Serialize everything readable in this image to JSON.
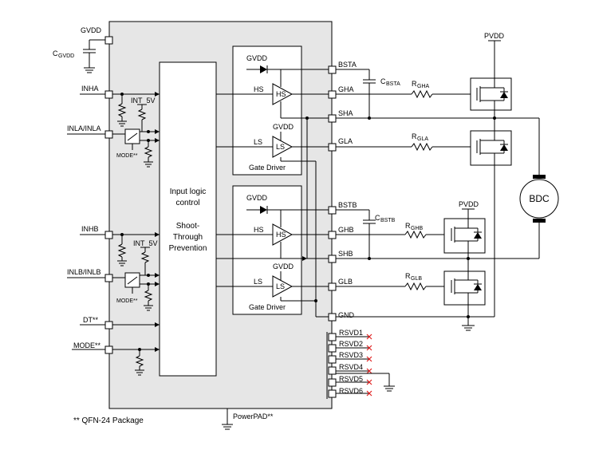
{
  "pins_left": {
    "gvdd": "GVDD",
    "inha": "INHA",
    "inla": "INLA/INLA",
    "inhb": "INHB",
    "inlb": "INLB/INLB",
    "dt": "DT**",
    "mode": "MODE**"
  },
  "pins_right": {
    "bsta": "BSTA",
    "gha": "GHA",
    "sha": "SHA",
    "gla": "GLA",
    "bstb": "BSTB",
    "ghb": "GHB",
    "shb": "SHB",
    "glb": "GLB",
    "gnd": "GND",
    "rsvd1": "RSVD1",
    "rsvd2": "RSVD2",
    "rsvd3": "RSVD3",
    "rsvd4": "RSVD4",
    "rsvd5": "RSVD5",
    "rsvd6": "RSVD6"
  },
  "powerpad": "PowerPAD**",
  "cgvdd": {
    "main": "C",
    "sub": "GVDD"
  },
  "int5v_a": "INT_5V",
  "int5v_b": "INT_5V",
  "mode_sw_a": "MODE**",
  "mode_sw_b": "MODE**",
  "logic": {
    "line1": "Input logic",
    "line2": "control",
    "line3": "Shoot-",
    "line4": "Through",
    "line5": "Prevention"
  },
  "driver_a": {
    "gvdd_top": "GVDD",
    "hs_in": "HS",
    "hs_buf": "HS",
    "gvdd_ls": "GVDD",
    "ls_in": "LS",
    "ls_buf": "LS",
    "caption": "Gate Driver"
  },
  "driver_b": {
    "gvdd_top": "GVDD",
    "hs_in": "HS",
    "hs_buf": "HS",
    "gvdd_ls": "GVDD",
    "ls_in": "LS",
    "ls_buf": "LS",
    "caption": "Gate Driver"
  },
  "external": {
    "cbsta": {
      "main": "C",
      "sub": "BSTA"
    },
    "cbstb": {
      "main": "C",
      "sub": "BSTB"
    },
    "rgha": {
      "main": "R",
      "sub": "GHA"
    },
    "rgla": {
      "main": "R",
      "sub": "GLA"
    },
    "rghb": {
      "main": "R",
      "sub": "GHB"
    },
    "rglb": {
      "main": "R",
      "sub": "GLB"
    },
    "pvdd_a": "PVDD",
    "pvdd_b": "PVDD",
    "motor": "BDC"
  },
  "footnote": "** QFN-24 Package"
}
